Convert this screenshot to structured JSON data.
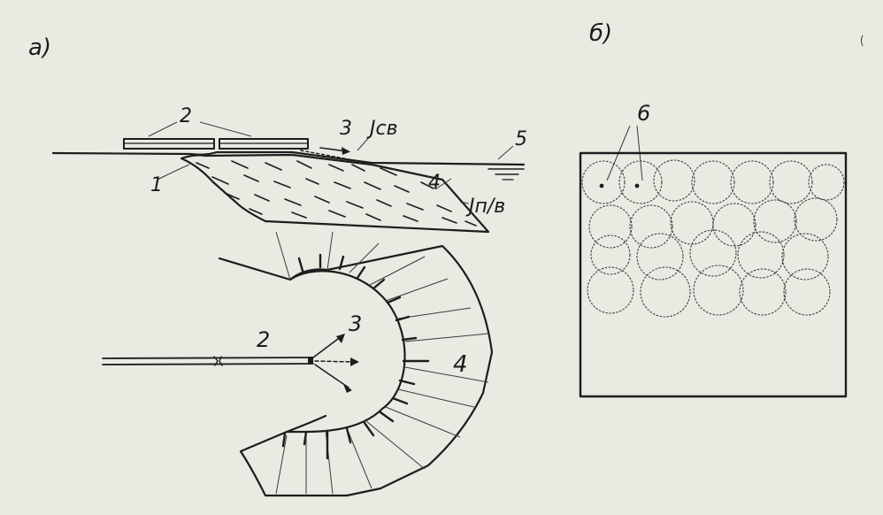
{
  "colors": {
    "paper": "#e7ebe2",
    "ink": "#1d1d1d"
  },
  "panel_a": {
    "label": "а)",
    "section": {
      "label_1": "1",
      "label_2": "2",
      "label_3": "3",
      "label_4": "4",
      "label_5": "5",
      "j_sv": "Jсв",
      "j_pv": "Jп/в"
    },
    "plan": {
      "label_2": "2",
      "label_3": "3",
      "label_4": "4"
    }
  },
  "panel_b": {
    "label": "б)",
    "label_6": "6"
  }
}
